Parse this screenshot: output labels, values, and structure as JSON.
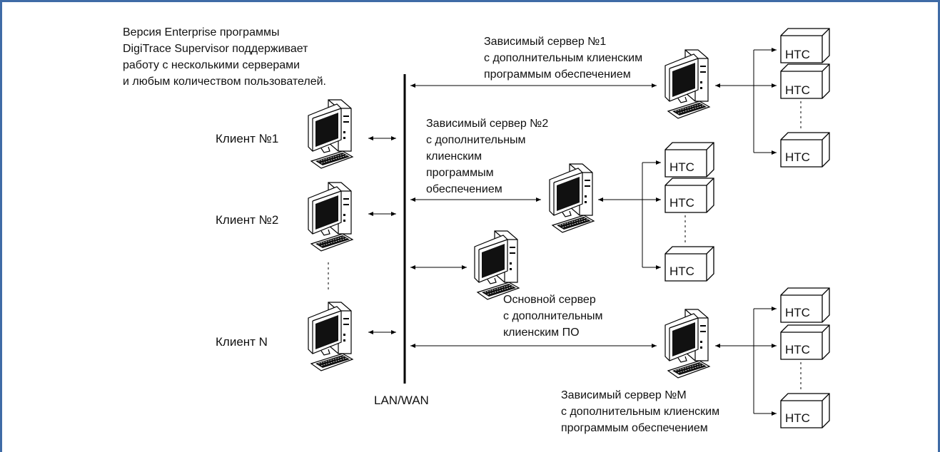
{
  "intro": [
    "Версия Enterprise программы",
    "DigiTrace Supervisor поддерживает",
    "работу с несколькими серверами",
    "и любым количеством пользователей."
  ],
  "network_label": "LAN/WAN",
  "clients": [
    {
      "label": "Клиент №1"
    },
    {
      "label": "Клиент №2"
    },
    {
      "label": "Клиент N"
    }
  ],
  "servers": {
    "dep1": [
      "Зависимый сервер №1",
      "с дополнительным клиенским",
      "программым обеспечением"
    ],
    "dep2": [
      "Зависимый сервер №2",
      "с дополнительным",
      "клиенским",
      "программым",
      "обеспечением"
    ],
    "main": [
      "Основной сервер",
      "с дополнительным",
      "клиенским ПО"
    ],
    "depM": [
      "Зависимый сервер №M",
      "с дополнительным клиенским",
      "программым обеспечением"
    ]
  },
  "device_label": "НТС",
  "colors": {
    "frame": "#3f6ba6",
    "line": "#000000"
  }
}
